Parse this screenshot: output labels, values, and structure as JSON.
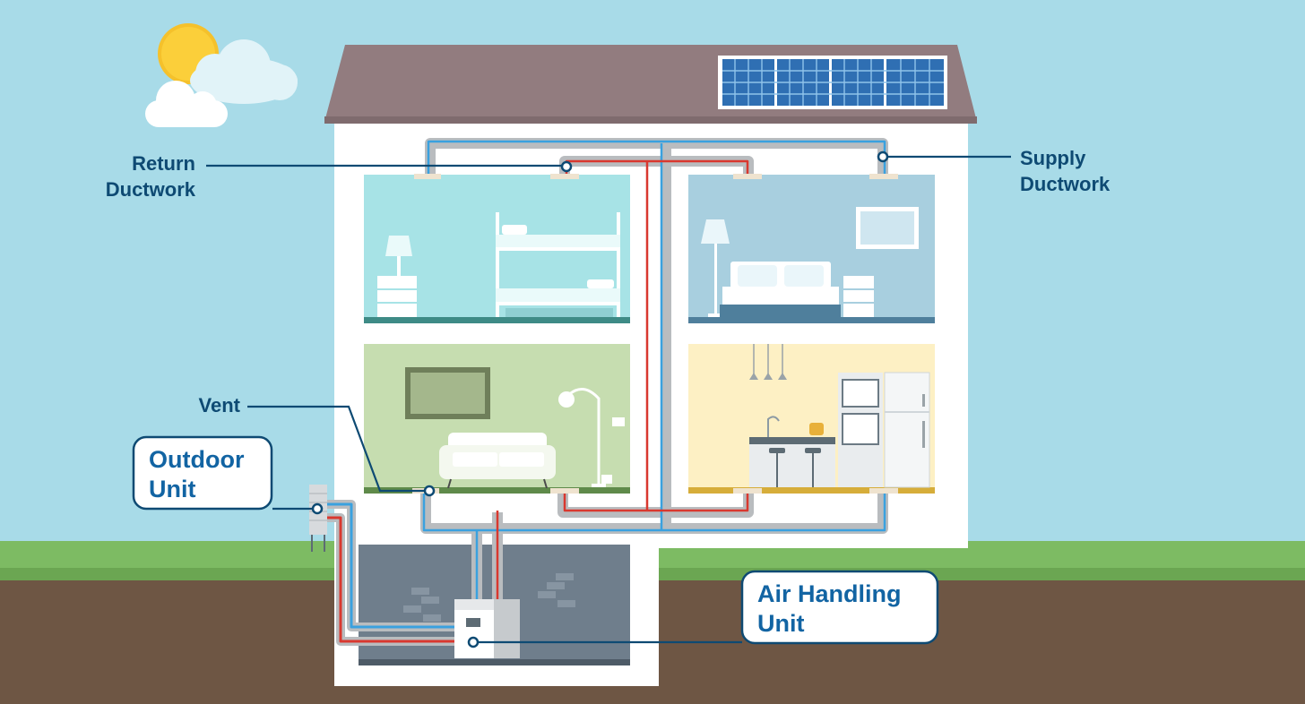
{
  "labels": {
    "return_ductwork": [
      "Return",
      "Ductwork"
    ],
    "supply_ductwork": [
      "Supply",
      "Ductwork"
    ],
    "vent": "Vent",
    "outdoor_unit": [
      "Outdoor",
      "Unit"
    ],
    "air_handling_unit": [
      "Air Handling",
      "Unit"
    ]
  },
  "colors": {
    "sky": "#a8dbe8",
    "grass": "#7dbb63",
    "soil": "#6e5644",
    "roof": "#927c7f",
    "supply_duct": "#3aa1df",
    "return_duct": "#d9382f",
    "duct_casing": "#b9bcbf",
    "label_text": "#0e4a73",
    "box_text": "#1264a3"
  }
}
